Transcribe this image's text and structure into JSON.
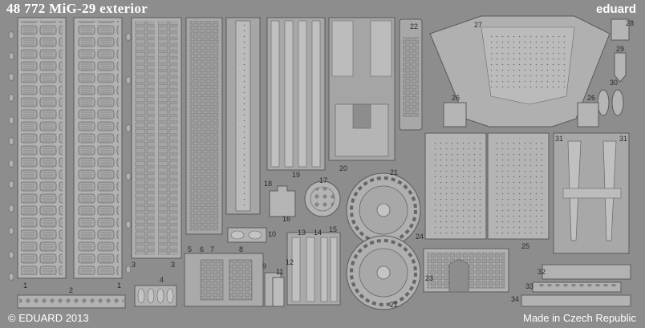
{
  "header": {
    "title": "48 772   MiG-29 exterior",
    "brand": "eduard"
  },
  "footer": {
    "copyright": "© EDUARD 2013",
    "origin": "Made in Czech Republic"
  },
  "part_numbers": [
    "1",
    "1",
    "2",
    "3",
    "3",
    "4",
    "5",
    "6",
    "7",
    "8",
    "9",
    "10",
    "11",
    "12",
    "13",
    "14",
    "15",
    "16",
    "17",
    "18",
    "19",
    "20",
    "21",
    "21",
    "22",
    "23",
    "24",
    "25",
    "26",
    "26",
    "27",
    "28",
    "29",
    "30",
    "31",
    "31",
    "32",
    "33",
    "34"
  ],
  "colors": {
    "background": "#8d8d8d",
    "metal": "#b4b4b4",
    "metal_dark": "#9a9a9a",
    "outline": "#5a5a5a",
    "text": "#ffffff"
  }
}
